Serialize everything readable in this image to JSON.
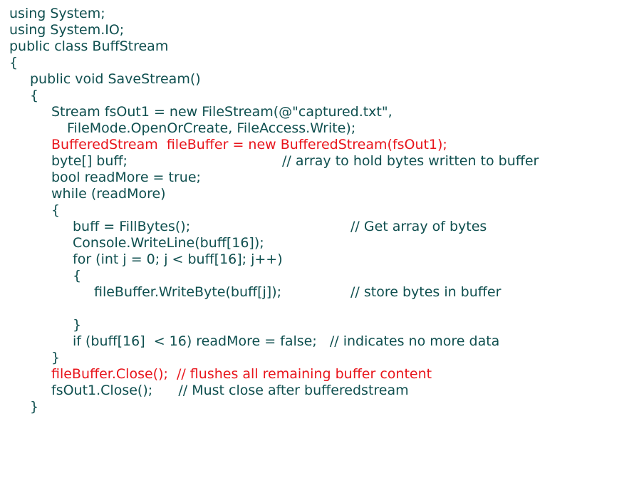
{
  "code": {
    "lines": [
      {
        "text": "using System;",
        "color": "#0f4f4f"
      },
      {
        "text": "using System.IO;",
        "color": "#0f4f4f"
      },
      {
        "text": "public class BuffStream",
        "color": "#0f4f4f"
      },
      {
        "text": "{",
        "color": "#0f4f4f"
      },
      {
        "text": "public void SaveStream()",
        "color": "#0f4f4f"
      },
      {
        "text": "{",
        "color": "#0f4f4f"
      },
      {
        "text": "Stream fsOut1 = new FileStream(@\"captured.txt\",",
        "color": "#0f4f4f"
      },
      {
        "text": "FileMode.OpenOrCreate, FileAccess.Write);",
        "color": "#0f4f4f"
      },
      {
        "text": "BufferedStream  fileBuffer = new BufferedStream(fsOut1);",
        "color": "#e8141b"
      },
      {
        "text": "byte[] buff;",
        "color": "#0f4f4f"
      },
      {
        "text": "// array to hold bytes written to buffer",
        "color": "#0f4f4f"
      },
      {
        "text": "bool readMore = true;",
        "color": "#0f4f4f"
      },
      {
        "text": "while (readMore)",
        "color": "#0f4f4f"
      },
      {
        "text": "{",
        "color": "#0f4f4f"
      },
      {
        "text": "buff = FillBytes();",
        "color": "#0f4f4f"
      },
      {
        "text": "// Get array of bytes",
        "color": "#0f4f4f"
      },
      {
        "text": "Console.WriteLine(buff[16]);",
        "color": "#0f4f4f"
      },
      {
        "text": "for (int j = 0; j < buff[16]; j++)",
        "color": "#0f4f4f"
      },
      {
        "text": "{",
        "color": "#0f4f4f"
      },
      {
        "text": "fileBuffer.WriteByte(buff[j]);",
        "color": "#0f4f4f"
      },
      {
        "text": "// store bytes in buffer",
        "color": "#0f4f4f"
      },
      {
        "text": "}",
        "color": "#0f4f4f"
      },
      {
        "text": "if (buff[16]  < 16) readMore = false;   // indicates no more data",
        "color": "#0f4f4f"
      },
      {
        "text": "}",
        "color": "#0f4f4f"
      },
      {
        "text": "fileBuffer.Close();  // flushes all remaining buffer content",
        "color": "#e8141b"
      },
      {
        "text": "fsOut1.Close();      // Must close after bufferedstream",
        "color": "#0f4f4f"
      },
      {
        "text": "}",
        "color": "#0f4f4f"
      }
    ]
  }
}
